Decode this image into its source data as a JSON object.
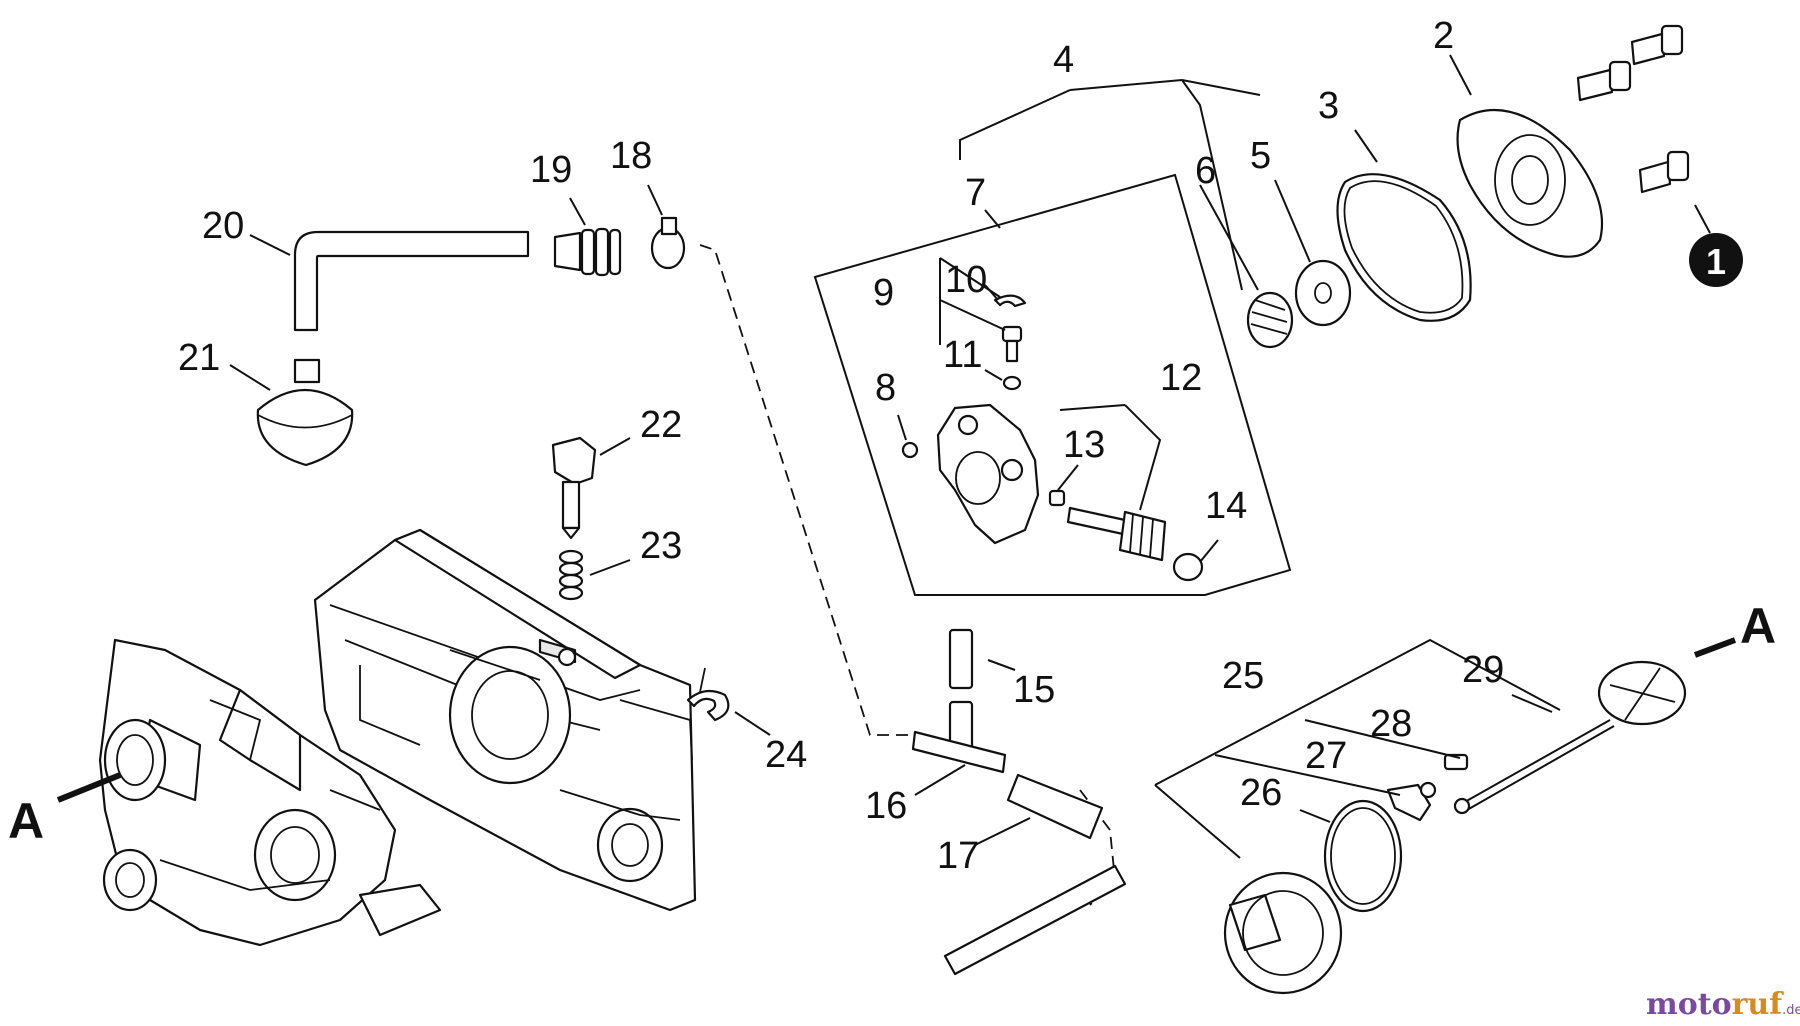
{
  "diagram": {
    "part_labels": [
      "2",
      "3",
      "4",
      "5",
      "6",
      "7",
      "8",
      "9",
      "10",
      "11",
      "12",
      "13",
      "14",
      "15",
      "16",
      "17",
      "18",
      "19",
      "20",
      "21",
      "22",
      "23",
      "24",
      "25",
      "26",
      "27",
      "28",
      "29"
    ],
    "connector_label": "A",
    "badge": "1"
  },
  "watermark": {
    "part_a": "moto",
    "part_b": "ruf",
    "part_c": ".de"
  },
  "colors": {
    "line": "#111111",
    "watermark_purple": "#7a4aa0",
    "watermark_orange": "#d98a1c"
  }
}
